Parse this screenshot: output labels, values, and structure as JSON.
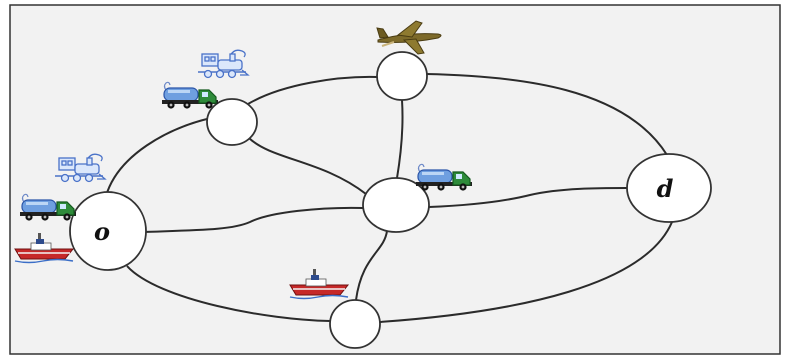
{
  "diagram": {
    "frame": {
      "background": "#f2f2f2",
      "border": "#333333"
    },
    "node_style": {
      "fill": "#ffffff",
      "stroke": "#333333"
    },
    "edge_color": "#2b2b2b",
    "nodes": [
      {
        "id": "o",
        "label": "o"
      },
      {
        "id": "d",
        "label": "d"
      },
      {
        "id": "n1",
        "label": ""
      },
      {
        "id": "n2",
        "label": ""
      },
      {
        "id": "n3",
        "label": ""
      },
      {
        "id": "n4",
        "label": ""
      }
    ],
    "edges": [
      [
        "o",
        "n1"
      ],
      [
        "n1",
        "n2"
      ],
      [
        "n2",
        "d"
      ],
      [
        "n1",
        "n3"
      ],
      [
        "n2",
        "n3"
      ],
      [
        "o",
        "n3"
      ],
      [
        "n3",
        "d"
      ],
      [
        "n3",
        "n4"
      ],
      [
        "o",
        "n4"
      ],
      [
        "n4",
        "d"
      ]
    ],
    "transport_icons": [
      {
        "icon": "airplane-icon",
        "node": "n2"
      },
      {
        "icon": "train-icon",
        "node": "n1"
      },
      {
        "icon": "truck-icon",
        "node": "n1"
      },
      {
        "icon": "truck-icon",
        "node": "n3"
      },
      {
        "icon": "train-icon",
        "node": "o"
      },
      {
        "icon": "truck-icon",
        "node": "o"
      },
      {
        "icon": "ship-icon",
        "node": "o"
      },
      {
        "icon": "ship-icon",
        "node": "n4"
      }
    ]
  }
}
